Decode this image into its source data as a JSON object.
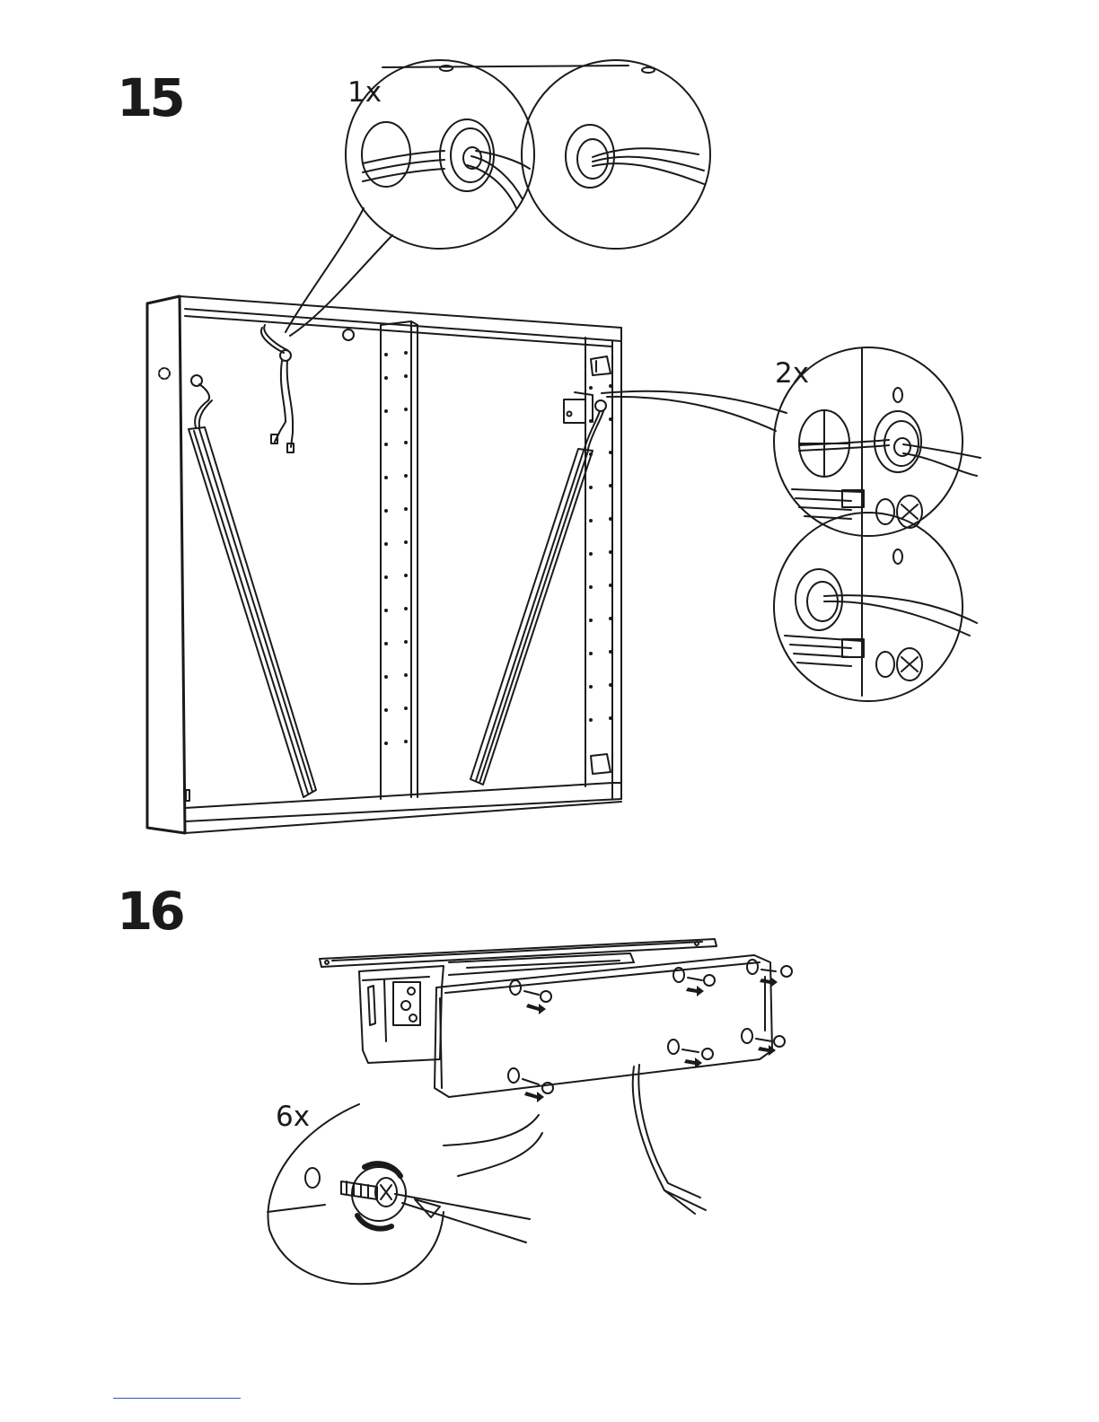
{
  "steps": [
    {
      "number": "15",
      "callouts": [
        "1x",
        "2x"
      ]
    },
    {
      "number": "16",
      "callouts": [
        "6x"
      ]
    }
  ],
  "colors": {
    "line": "#1a1a1a",
    "rule": "#2a57c9"
  }
}
